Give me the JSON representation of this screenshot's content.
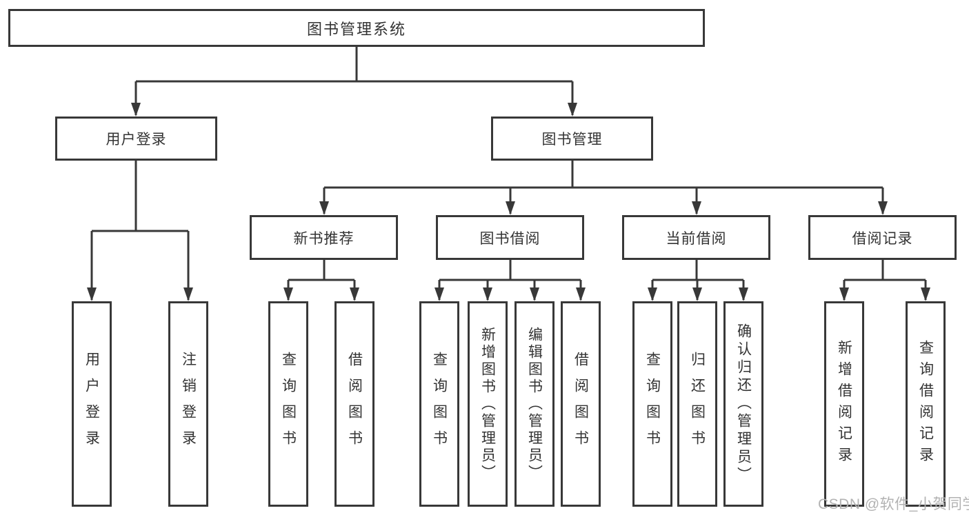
{
  "diagram": {
    "type": "tree",
    "root": {
      "label": "图书管理系统"
    },
    "level2": [
      {
        "label": "用户登录"
      },
      {
        "label": "图书管理"
      }
    ],
    "level3": [
      {
        "label": "新书推荐",
        "parent": "图书管理"
      },
      {
        "label": "图书借阅",
        "parent": "图书管理"
      },
      {
        "label": "当前借阅",
        "parent": "图书管理"
      },
      {
        "label": "借阅记录",
        "parent": "图书管理"
      }
    ],
    "leaves": [
      {
        "label": "用户登录",
        "parent": "用户登录"
      },
      {
        "label": "注销登录",
        "parent": "用户登录"
      },
      {
        "label": "查询图书",
        "parent": "新书推荐"
      },
      {
        "label": "借阅图书",
        "parent": "新书推荐"
      },
      {
        "label": "查询图书",
        "parent": "图书借阅"
      },
      {
        "label": "新增图书（管理员）",
        "parent": "图书借阅"
      },
      {
        "label": "编辑图书（管理员）",
        "parent": "图书借阅"
      },
      {
        "label": "借阅图书",
        "parent": "图书借阅"
      },
      {
        "label": "查询图书",
        "parent": "当前借阅"
      },
      {
        "label": "归还图书",
        "parent": "当前借阅"
      },
      {
        "label": "确认归还（管理员）",
        "parent": "当前借阅"
      },
      {
        "label": "新增借阅记录",
        "parent": "借阅记录"
      },
      {
        "label": "查询借阅记录",
        "parent": "借阅记录"
      }
    ]
  },
  "watermark": {
    "text": "CSDN @软件_小贺同学"
  },
  "colors": {
    "line": "#383838",
    "box_border": "#383838",
    "box_fill": "#ffffff",
    "text": "#333333",
    "watermark": "#b2b2b2",
    "background": "#ffffff"
  }
}
